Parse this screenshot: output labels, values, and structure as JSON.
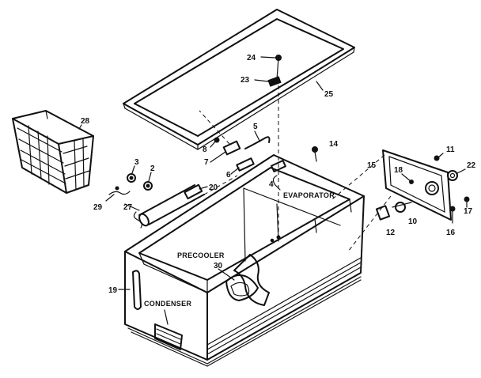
{
  "labels": {
    "evaporator": "EVAPORATOR",
    "precooler": "PRECOOLER",
    "condenser": "CONDENSER"
  },
  "callouts": {
    "n2": "2",
    "n3": "3",
    "n4": "4",
    "n5": "5",
    "n6": "6",
    "n7": "7",
    "n8": "8",
    "n10": "10",
    "n11": "11",
    "n12": "12",
    "n14": "14",
    "n15": "15",
    "n16": "16",
    "n17": "17",
    "n18": "18",
    "n19": "19",
    "n20": "20",
    "n22": "22",
    "n23": "23",
    "n24": "24",
    "n25": "25",
    "n27": "27",
    "n28": "28",
    "n29": "29",
    "n30": "30"
  }
}
